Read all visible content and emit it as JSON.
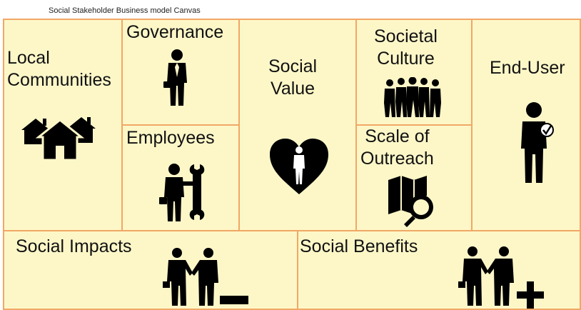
{
  "canvas_title": "Social Stakeholder Business model Canvas",
  "colors": {
    "cell_fill": "#fdf7c8",
    "cell_border": "#f2a765",
    "icon_fill": "#000000"
  },
  "blocks": {
    "local_communities": {
      "title": "Local\nCommunities",
      "icon": "houses-icon"
    },
    "governance": {
      "title": "Governance",
      "icon": "businessman-icon"
    },
    "employees": {
      "title": "Employees",
      "icon": "worker-with-wrench-icon"
    },
    "social_value": {
      "title": "Social\nValue",
      "icon": "heart-person-icon"
    },
    "societal_culture": {
      "title": "Societal\nCulture",
      "icon": "group-of-people-icon"
    },
    "scale_of_outreach": {
      "title": "Scale of\nOutreach",
      "icon": "map-magnifier-icon"
    },
    "end_user": {
      "title": "End-User",
      "icon": "user-check-icon"
    },
    "social_impacts": {
      "title": "Social Impacts",
      "icon": "handshake-minus-icon"
    },
    "social_benefits": {
      "title": "Social Benefits",
      "icon": "handshake-plus-icon"
    }
  }
}
